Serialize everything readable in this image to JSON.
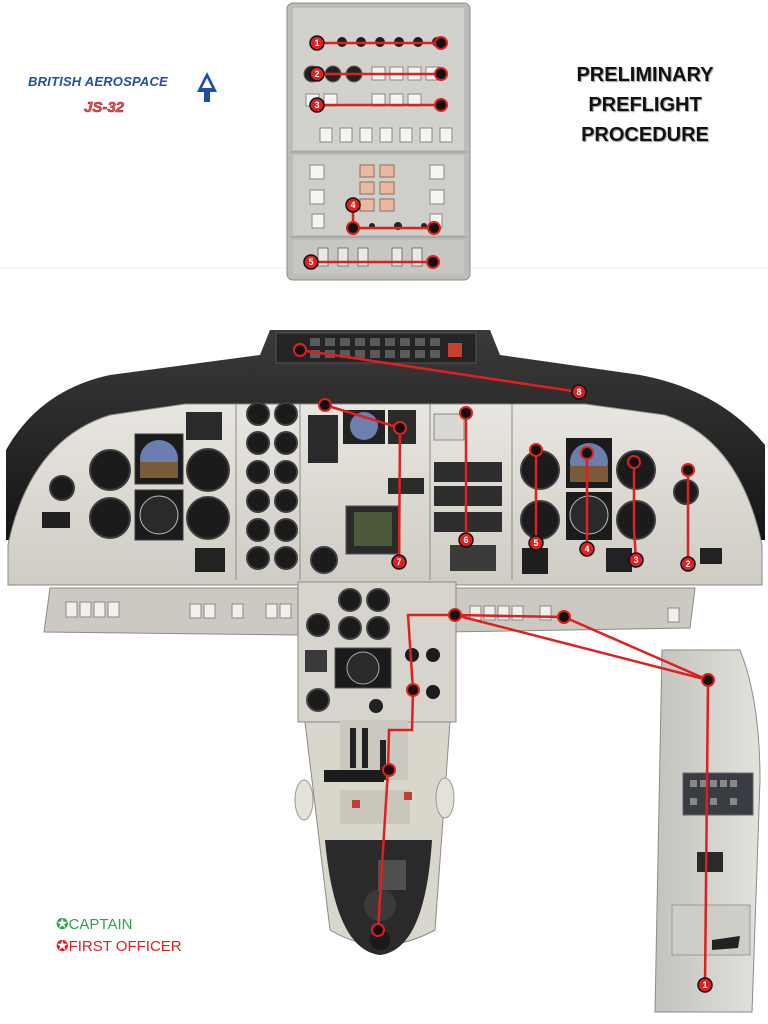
{
  "logo": {
    "brand": "BRITISH AEROSPACE",
    "model": "JS-32",
    "brand_color": "#1f4fa0",
    "model_color": "#e05a5a"
  },
  "title": {
    "line1": "PRELIMINARY",
    "line2": "PREFLIGHT",
    "line3": "PROCEDURE"
  },
  "legend": {
    "captain": "CAPTAIN",
    "first_officer": "FIRST OFFICER",
    "captain_color": "#2aa44a",
    "first_officer_color": "#e02020",
    "symbol": "✪"
  },
  "overhead_steps": [
    "1",
    "2",
    "3",
    "4",
    "5"
  ],
  "panel_steps": [
    "1",
    "2",
    "3",
    "4",
    "5",
    "6",
    "7",
    "8"
  ],
  "side_panel_steps": [
    "1"
  ],
  "route_color": "#e02020"
}
